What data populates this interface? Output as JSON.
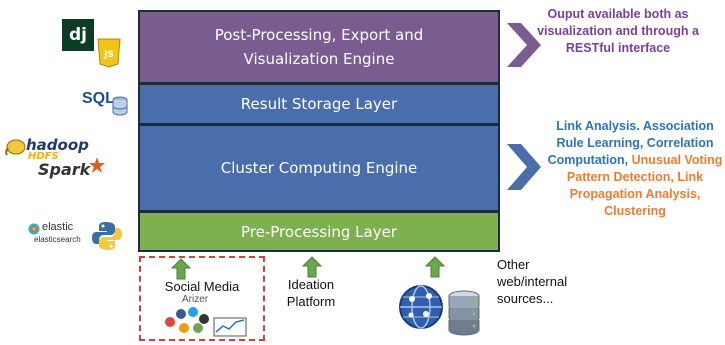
{
  "layers": [
    {
      "label": "Post-Processing, Export and Visualization Engine"
    },
    {
      "label": "Result Storage Layer"
    },
    {
      "label": "Cluster Computing Engine"
    },
    {
      "label": "Pre-Processing Layer"
    }
  ],
  "output_note": "Ouput available both as visualization and through a RESTful interface",
  "analysis_note": {
    "blue_part": "Link Analysis. Association Rule Learning, Correlation Computation,",
    "orange_part": "Unusual Voting Pattern Detection, Link Propagation Analysis, Clustering"
  },
  "sources": [
    {
      "label": "Social Media"
    },
    {
      "label": "Ideation Platform"
    },
    {
      "label": "Other web/internal sources..."
    }
  ],
  "logos": {
    "django": "dj",
    "js": "JS",
    "sql": "SQL",
    "hadoop": "hadoop",
    "hdfs": "HDFS",
    "spark": "Spark",
    "elastic": "elastic",
    "elasticsearch": "elasticsearch",
    "arizer": "Arizer"
  },
  "colors": {
    "post_processing": "#7b5c91",
    "storage": "#4a6dab",
    "cluster": "#4a6dab",
    "preprocessing": "#7fb04f",
    "arrow_green": "#6aa84f"
  }
}
